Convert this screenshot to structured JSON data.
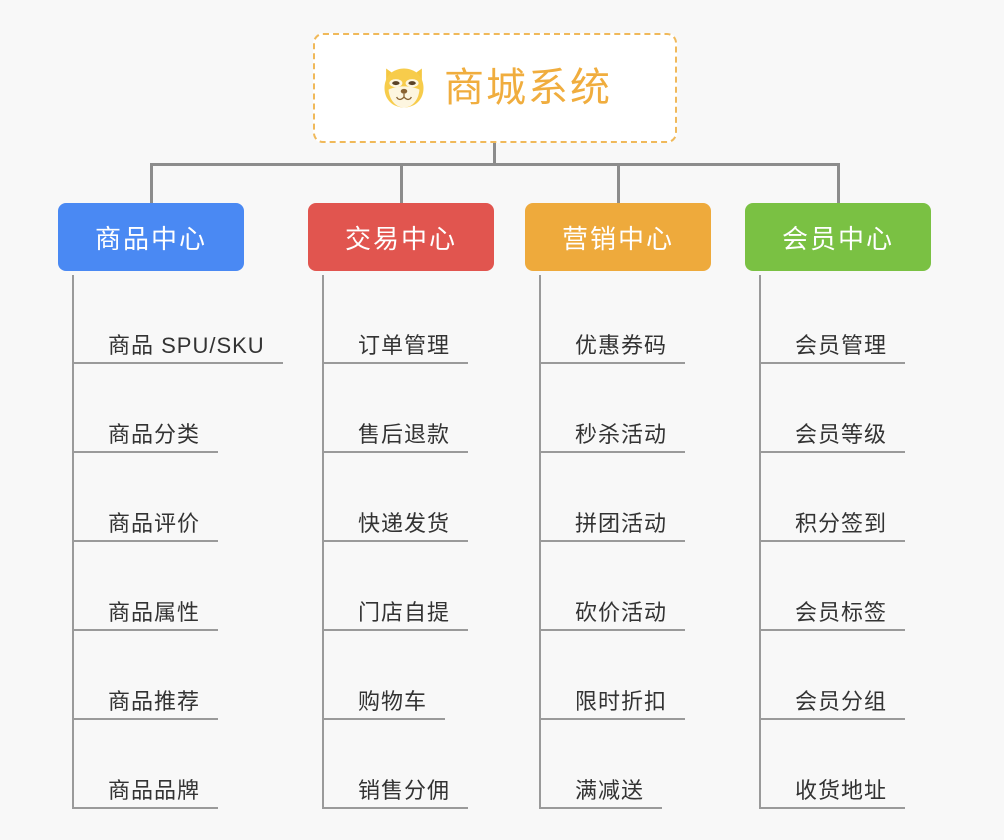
{
  "background_color": "#f8f8f8",
  "root": {
    "title": "商城系统",
    "icon": "shiba-dog-icon",
    "text_color": "#f0ad3e",
    "border_color": "#f0b95a"
  },
  "connector_color": "#8c8c8c",
  "columns": [
    {
      "label": "商品中心",
      "color": "#4a89f3",
      "items": [
        "商品 SPU/SKU",
        "商品分类",
        "商品评价",
        "商品属性",
        "商品推荐",
        "商品品牌"
      ]
    },
    {
      "label": "交易中心",
      "color": "#e1554f",
      "items": [
        "订单管理",
        "售后退款",
        "快递发货",
        "门店自提",
        "购物车",
        "销售分佣"
      ]
    },
    {
      "label": "营销中心",
      "color": "#eeaa3c",
      "items": [
        "优惠券码",
        "秒杀活动",
        "拼团活动",
        "砍价活动",
        "限时折扣",
        "满减送"
      ]
    },
    {
      "label": "会员中心",
      "color": "#7ac143",
      "items": [
        "会员管理",
        "会员等级",
        "积分签到",
        "会员标签",
        "会员分组",
        "收货地址"
      ]
    }
  ]
}
